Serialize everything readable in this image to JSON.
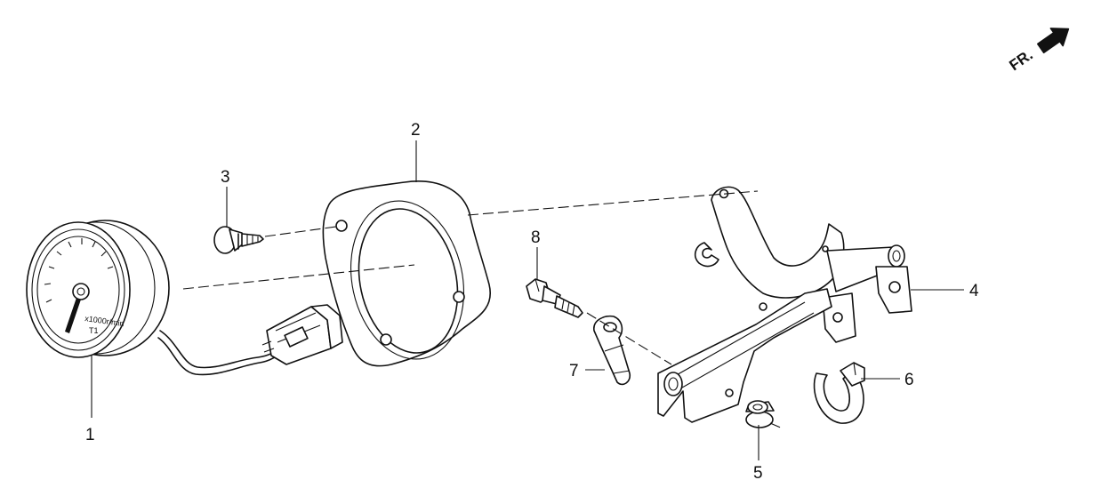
{
  "orientation": {
    "label": "FR.",
    "icon": "arrow-front-icon"
  },
  "gauge_text": {
    "unit": "x1000r/min",
    "code": "T1"
  },
  "callouts": [
    {
      "id": "1",
      "label": "1"
    },
    {
      "id": "2",
      "label": "2"
    },
    {
      "id": "3",
      "label": "3"
    },
    {
      "id": "4",
      "label": "4"
    },
    {
      "id": "5",
      "label": "5"
    },
    {
      "id": "6",
      "label": "6"
    },
    {
      "id": "7",
      "label": "7"
    },
    {
      "id": "8",
      "label": "8"
    }
  ]
}
